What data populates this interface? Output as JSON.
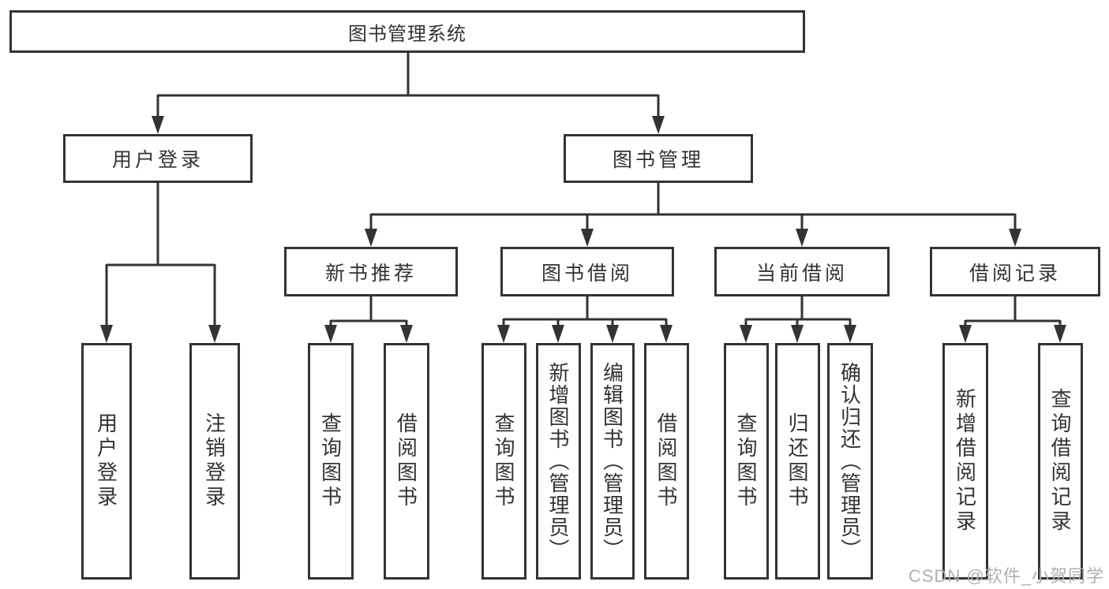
{
  "diagram": {
    "watermark": "CSDN @软件_小贺同学",
    "colors": {
      "line": "#333333",
      "box_border": "#333333",
      "box_fill": "#ffffff",
      "text": "#333333",
      "watermark": "#b0b0b0",
      "background": "#ffffff"
    },
    "tree": {
      "label": "图书管理系统",
      "children": [
        {
          "label": "用户登录",
          "children": [
            {
              "label": "用户登录"
            },
            {
              "label": "注销登录"
            }
          ]
        },
        {
          "label": "图书管理",
          "children": [
            {
              "label": "新书推荐",
              "children": [
                {
                  "label": "查询图书"
                },
                {
                  "label": "借阅图书"
                }
              ]
            },
            {
              "label": "图书借阅",
              "children": [
                {
                  "label": "查询图书"
                },
                {
                  "label": "新增图书（管理员）"
                },
                {
                  "label": "编辑图书（管理员）"
                },
                {
                  "label": "借阅图书"
                }
              ]
            },
            {
              "label": "当前借阅",
              "children": [
                {
                  "label": "查询图书"
                },
                {
                  "label": "归还图书"
                },
                {
                  "label": "确认归还（管理员）"
                }
              ]
            },
            {
              "label": "借阅记录",
              "children": [
                {
                  "label": "新增借阅记录"
                },
                {
                  "label": "查询借阅记录"
                }
              ]
            }
          ]
        }
      ]
    }
  }
}
